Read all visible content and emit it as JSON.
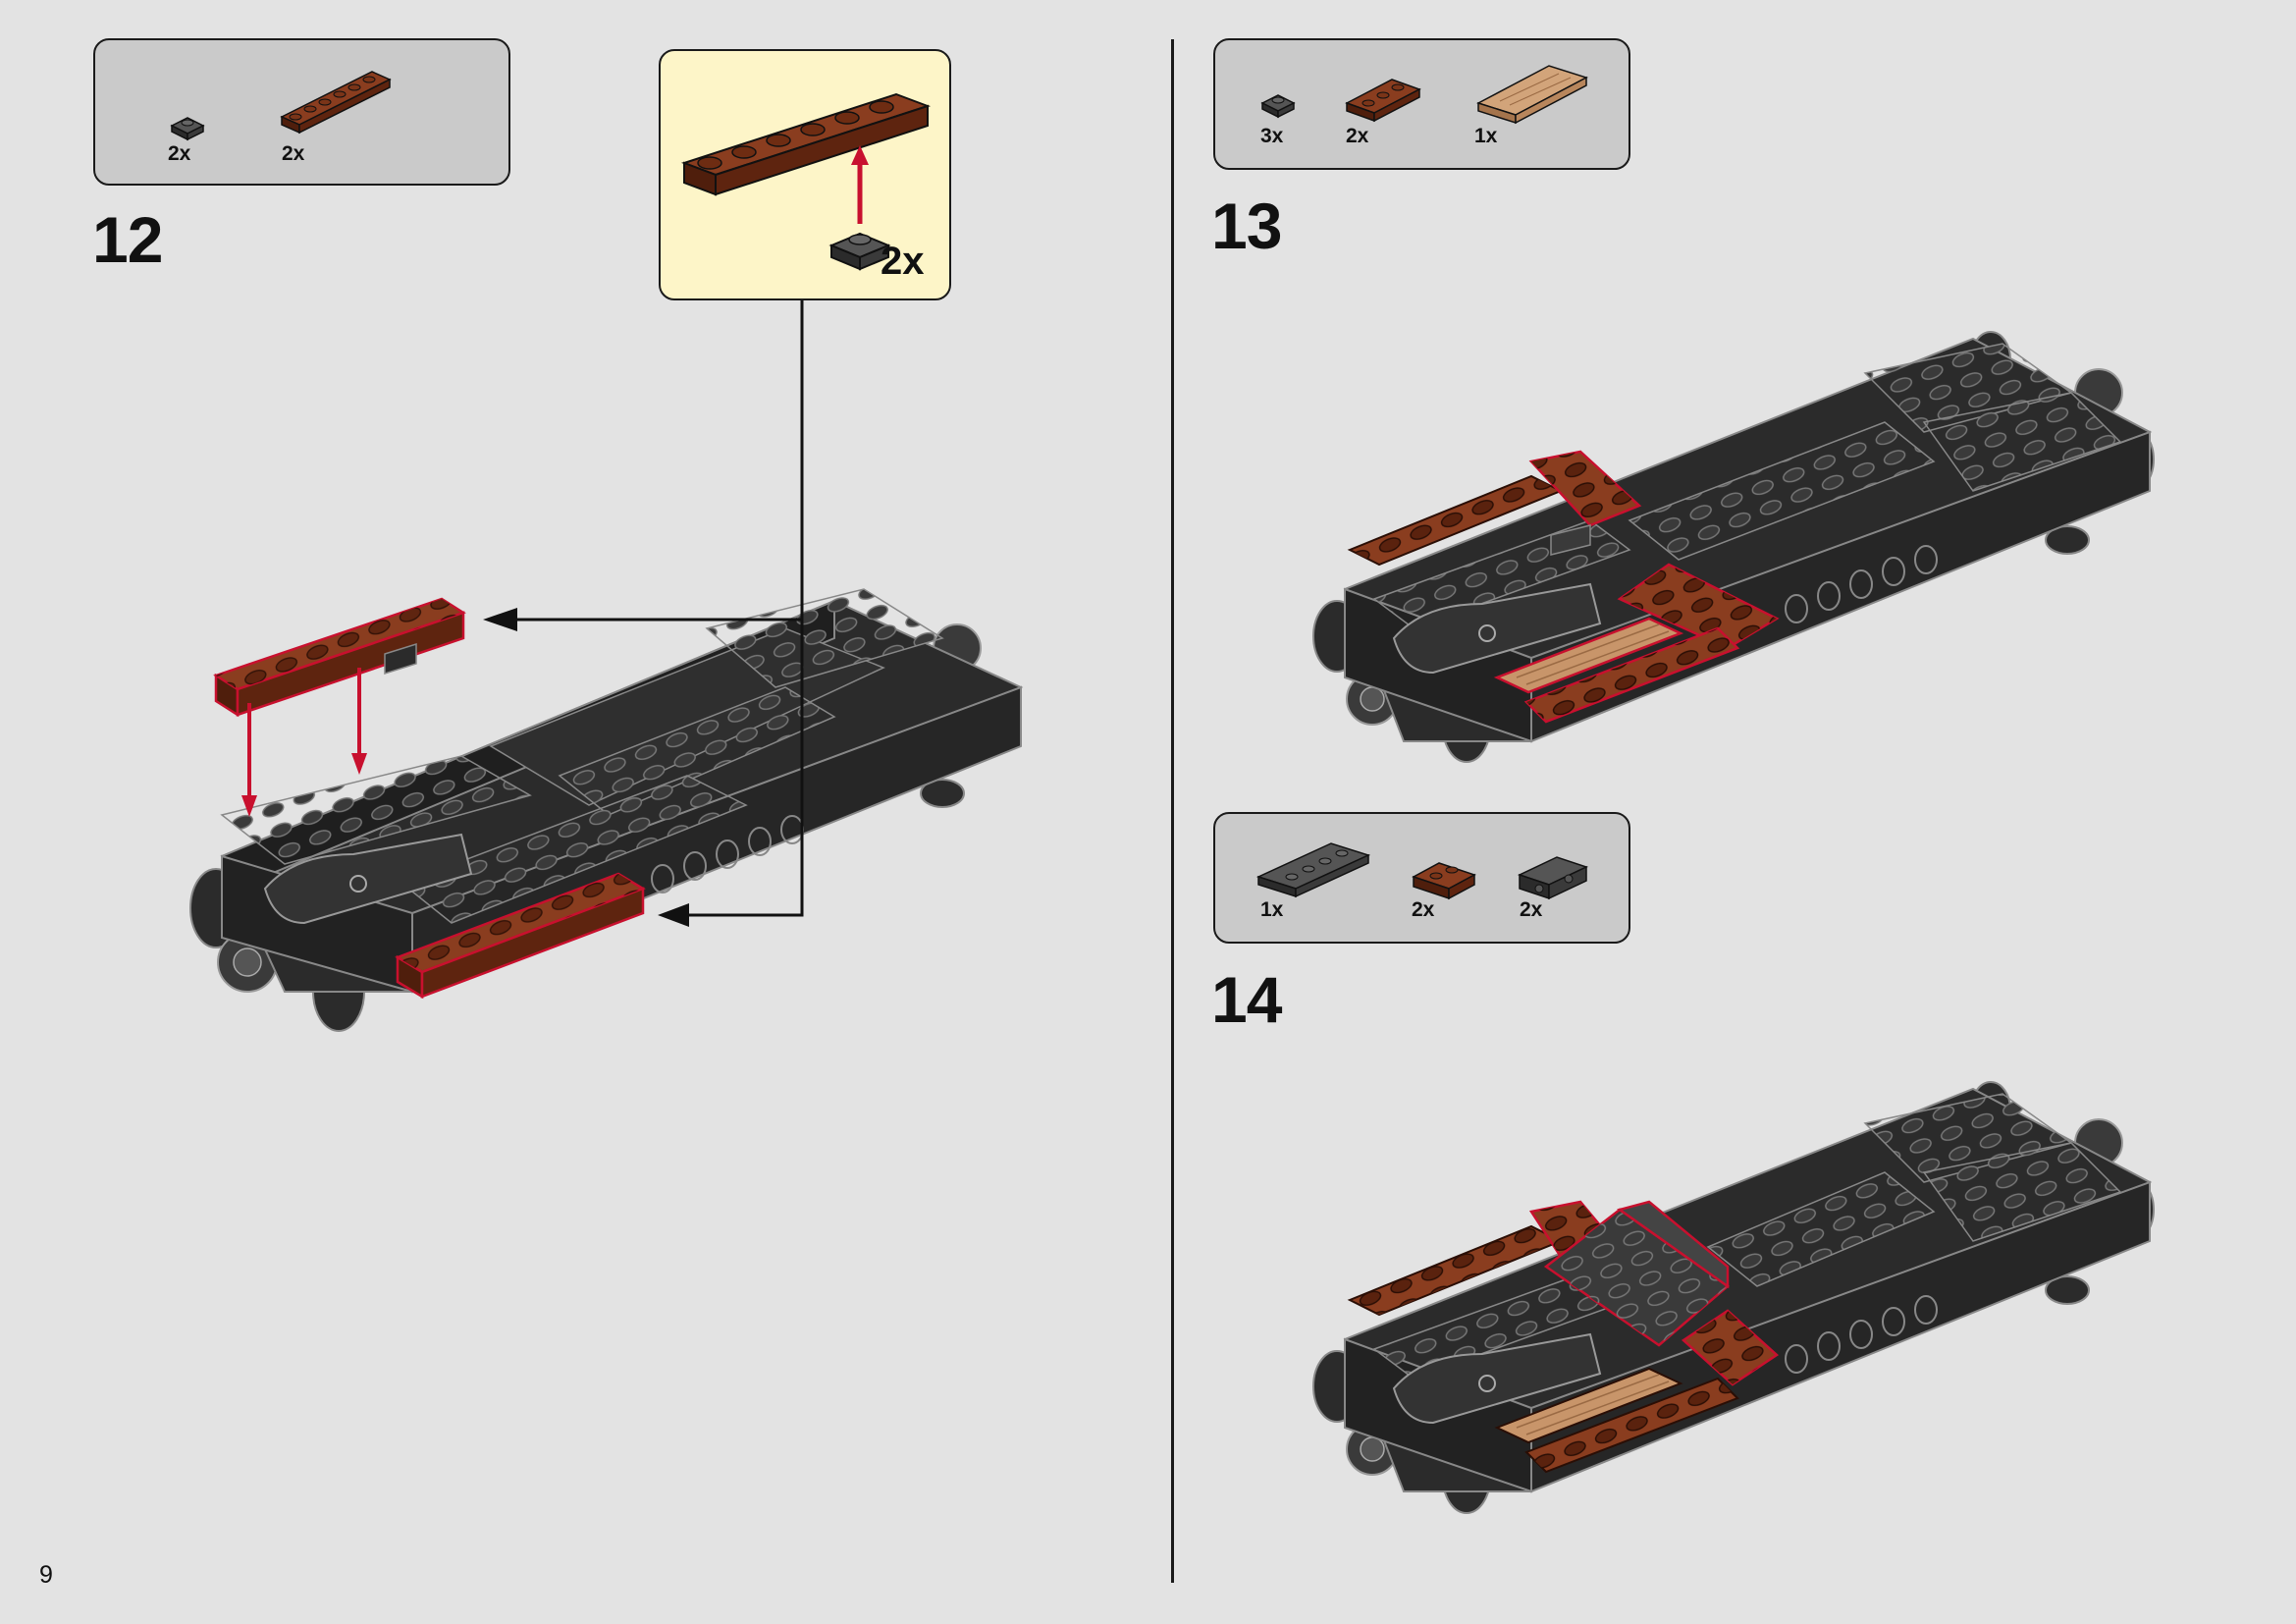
{
  "page_number": "9",
  "steps": [
    {
      "number": "12",
      "parts": [
        {
          "icon": "1x1-dark-grey-plate-icon",
          "count": "2x",
          "color": "#4a4a4a"
        },
        {
          "icon": "1x6-reddish-brown-plate-icon",
          "count": "2x",
          "color": "#6b2c16"
        }
      ],
      "callout": {
        "count": "2x"
      }
    },
    {
      "number": "13",
      "parts": [
        {
          "icon": "1x1-dark-grey-plate-icon",
          "count": "3x",
          "color": "#4a4a4a"
        },
        {
          "icon": "1x3-reddish-brown-plate-icon",
          "count": "2x",
          "color": "#6b2c16"
        },
        {
          "icon": "1x4-wood-tile-icon",
          "count": "1x",
          "color": "#c8956a"
        }
      ]
    },
    {
      "number": "14",
      "parts": [
        {
          "icon": "1x4-dark-grey-plate-icon",
          "count": "1x",
          "color": "#4a4a4a"
        },
        {
          "icon": "1x2-reddish-brown-plate-icon",
          "count": "2x",
          "color": "#6b2c16"
        },
        {
          "icon": "1x2-bracket-dark-grey-icon",
          "count": "2x",
          "color": "#4a4a4a"
        }
      ]
    }
  ],
  "colors": {
    "highlight": "#c8102e",
    "reddish_brown": "#6b2c16",
    "dark_grey": "#2b2b2b",
    "callout_bg": "#fdf5c8",
    "parts_bg": "#cacaca",
    "page_bg": "#e3e3e3"
  }
}
